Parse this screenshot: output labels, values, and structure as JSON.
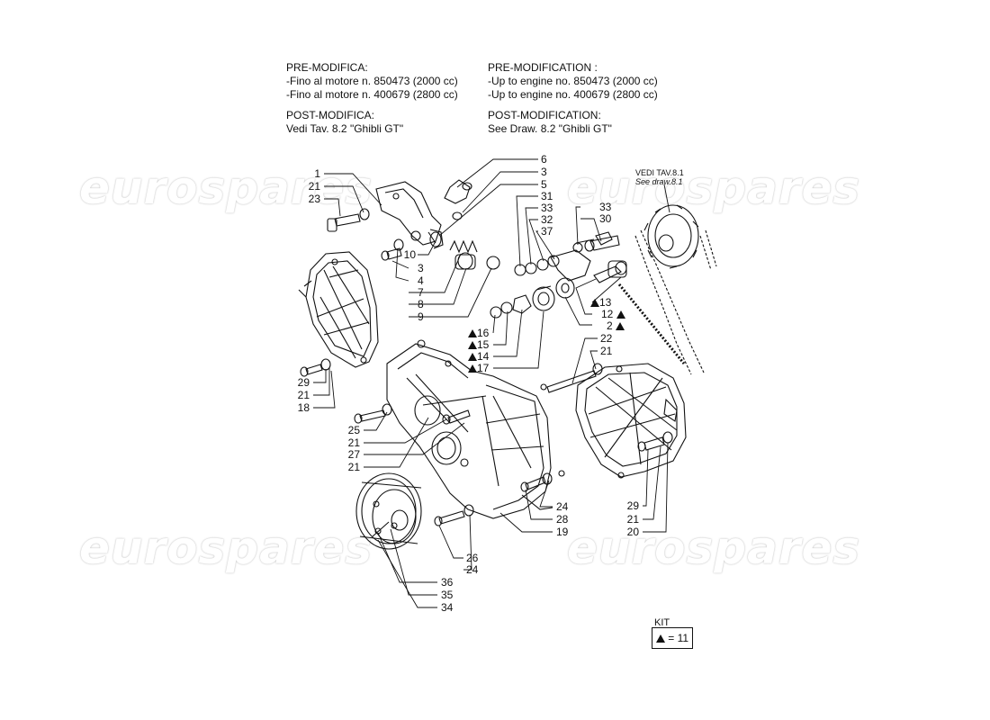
{
  "notes": {
    "it": {
      "pre_title": "PRE-MODIFICA:",
      "pre_line1": "-Fino al motore n. 850473 (2000 cc)",
      "pre_line2": "-Fino al motore n. 400679 (2800 cc)",
      "post_title": "POST-MODIFICA:",
      "post_line": "Vedi Tav. 8.2 \"Ghibli GT\""
    },
    "en": {
      "pre_title": "PRE-MODIFICATION :",
      "pre_line1": "-Up to engine no. 850473 (2000 cc)",
      "pre_line2": "-Up to engine no. 400679 (2800 cc)",
      "post_title": "POST-MODIFICATION:",
      "post_line": "See Draw. 8.2 \"Ghibli GT\""
    }
  },
  "ref_note": {
    "line1": "VEDI TAV.8.1",
    "line2": "See draw.8.1"
  },
  "watermark": {
    "text": "eurospares"
  },
  "kit": {
    "label": "KIT",
    "value": "= 11"
  },
  "callouts": [
    {
      "label": "1",
      "kit": false
    },
    {
      "label": "21",
      "kit": false
    },
    {
      "label": "23",
      "kit": false
    },
    {
      "label": "6",
      "kit": false
    },
    {
      "label": "3",
      "kit": false
    },
    {
      "label": "5",
      "kit": false
    },
    {
      "label": "31",
      "kit": false
    },
    {
      "label": "33",
      "kit": false
    },
    {
      "label": "32",
      "kit": false
    },
    {
      "label": "37",
      "kit": false
    },
    {
      "label": "33",
      "kit": false
    },
    {
      "label": "30",
      "kit": false
    },
    {
      "label": "10",
      "kit": false
    },
    {
      "label": "3",
      "kit": false
    },
    {
      "label": "4",
      "kit": false
    },
    {
      "label": "7",
      "kit": false
    },
    {
      "label": "8",
      "kit": false
    },
    {
      "label": "9",
      "kit": false
    },
    {
      "label": "13",
      "kit": true
    },
    {
      "label": "12",
      "kit": true
    },
    {
      "label": "2",
      "kit": true
    },
    {
      "label": "16",
      "kit": true
    },
    {
      "label": "15",
      "kit": true
    },
    {
      "label": "14",
      "kit": true
    },
    {
      "label": "17",
      "kit": true
    },
    {
      "label": "22",
      "kit": false
    },
    {
      "label": "21",
      "kit": false
    },
    {
      "label": "29",
      "kit": false
    },
    {
      "label": "21",
      "kit": false
    },
    {
      "label": "18",
      "kit": false
    },
    {
      "label": "25",
      "kit": false
    },
    {
      "label": "21",
      "kit": false
    },
    {
      "label": "27",
      "kit": false
    },
    {
      "label": "21",
      "kit": false
    },
    {
      "label": "24",
      "kit": false
    },
    {
      "label": "28",
      "kit": false
    },
    {
      "label": "19",
      "kit": false
    },
    {
      "label": "29",
      "kit": false
    },
    {
      "label": "21",
      "kit": false
    },
    {
      "label": "20",
      "kit": false
    },
    {
      "label": "26",
      "kit": false
    },
    {
      "label": "24",
      "kit": false
    },
    {
      "label": "36",
      "kit": false
    },
    {
      "label": "35",
      "kit": false
    },
    {
      "label": "34",
      "kit": false
    }
  ]
}
